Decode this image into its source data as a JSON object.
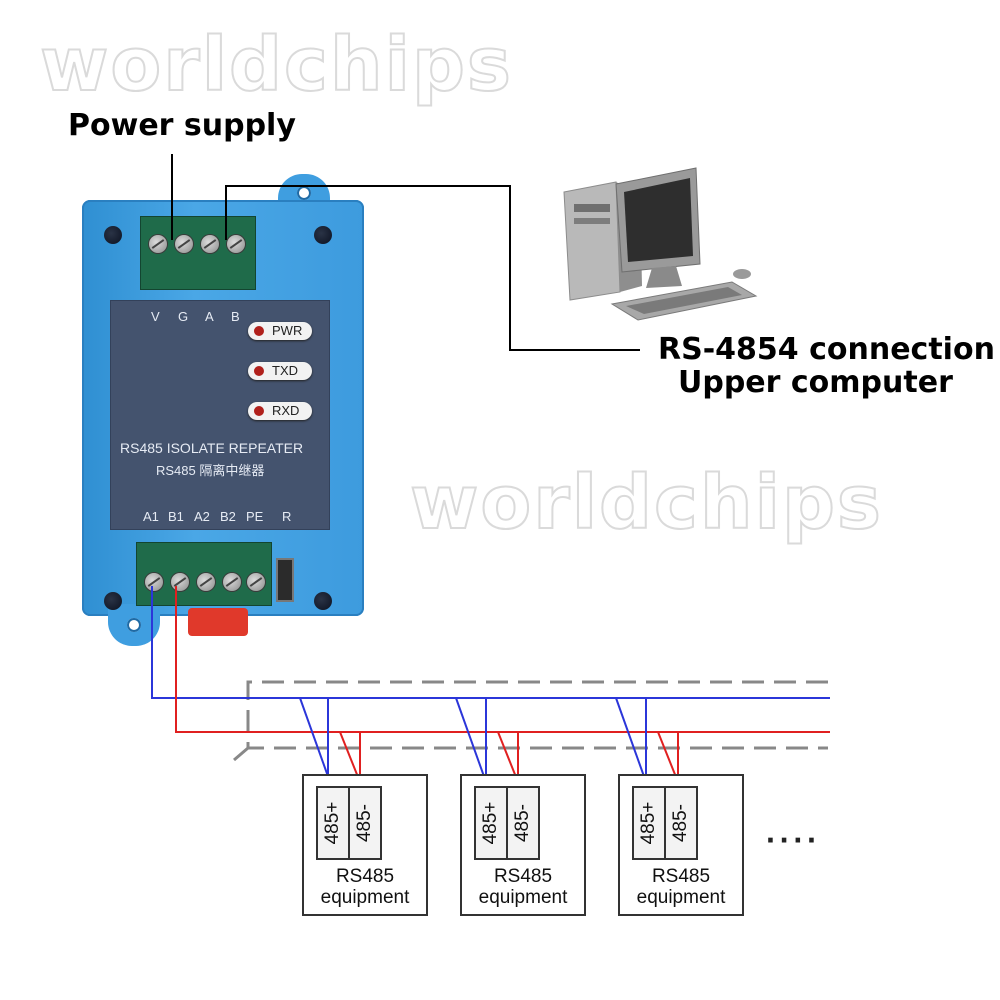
{
  "watermark": {
    "text": "worldchips"
  },
  "labels": {
    "power_supply": "Power supply",
    "rs_connection": "RS-4854 connection",
    "upper_computer": "Upper computer"
  },
  "device": {
    "top_terminals": [
      "V",
      "G",
      "A",
      "B"
    ],
    "leds": [
      {
        "label": "PWR",
        "color": "#b0201c"
      },
      {
        "label": "TXD",
        "color": "#b0201c"
      },
      {
        "label": "RXD",
        "color": "#b0201c"
      }
    ],
    "title_en": "RS485 ISOLATE REPEATER",
    "title_cn": "RS485 隔离中继器",
    "bottom_terminals": [
      "A1",
      "B1",
      "A2",
      "B2",
      "PE",
      "R"
    ],
    "body_color": "#3d9bde",
    "panel_color": "#44536e"
  },
  "bus": {
    "line_a_color": "#2b36d9",
    "line_b_color": "#e02020"
  },
  "equipment": [
    {
      "plus": "485+",
      "minus": "485-",
      "line1": "RS485",
      "line2": "equipment"
    },
    {
      "plus": "485+",
      "minus": "485-",
      "line1": "RS485",
      "line2": "equipment"
    },
    {
      "plus": "485+",
      "minus": "485-",
      "line1": "RS485",
      "line2": "equipment"
    }
  ],
  "more": "····"
}
